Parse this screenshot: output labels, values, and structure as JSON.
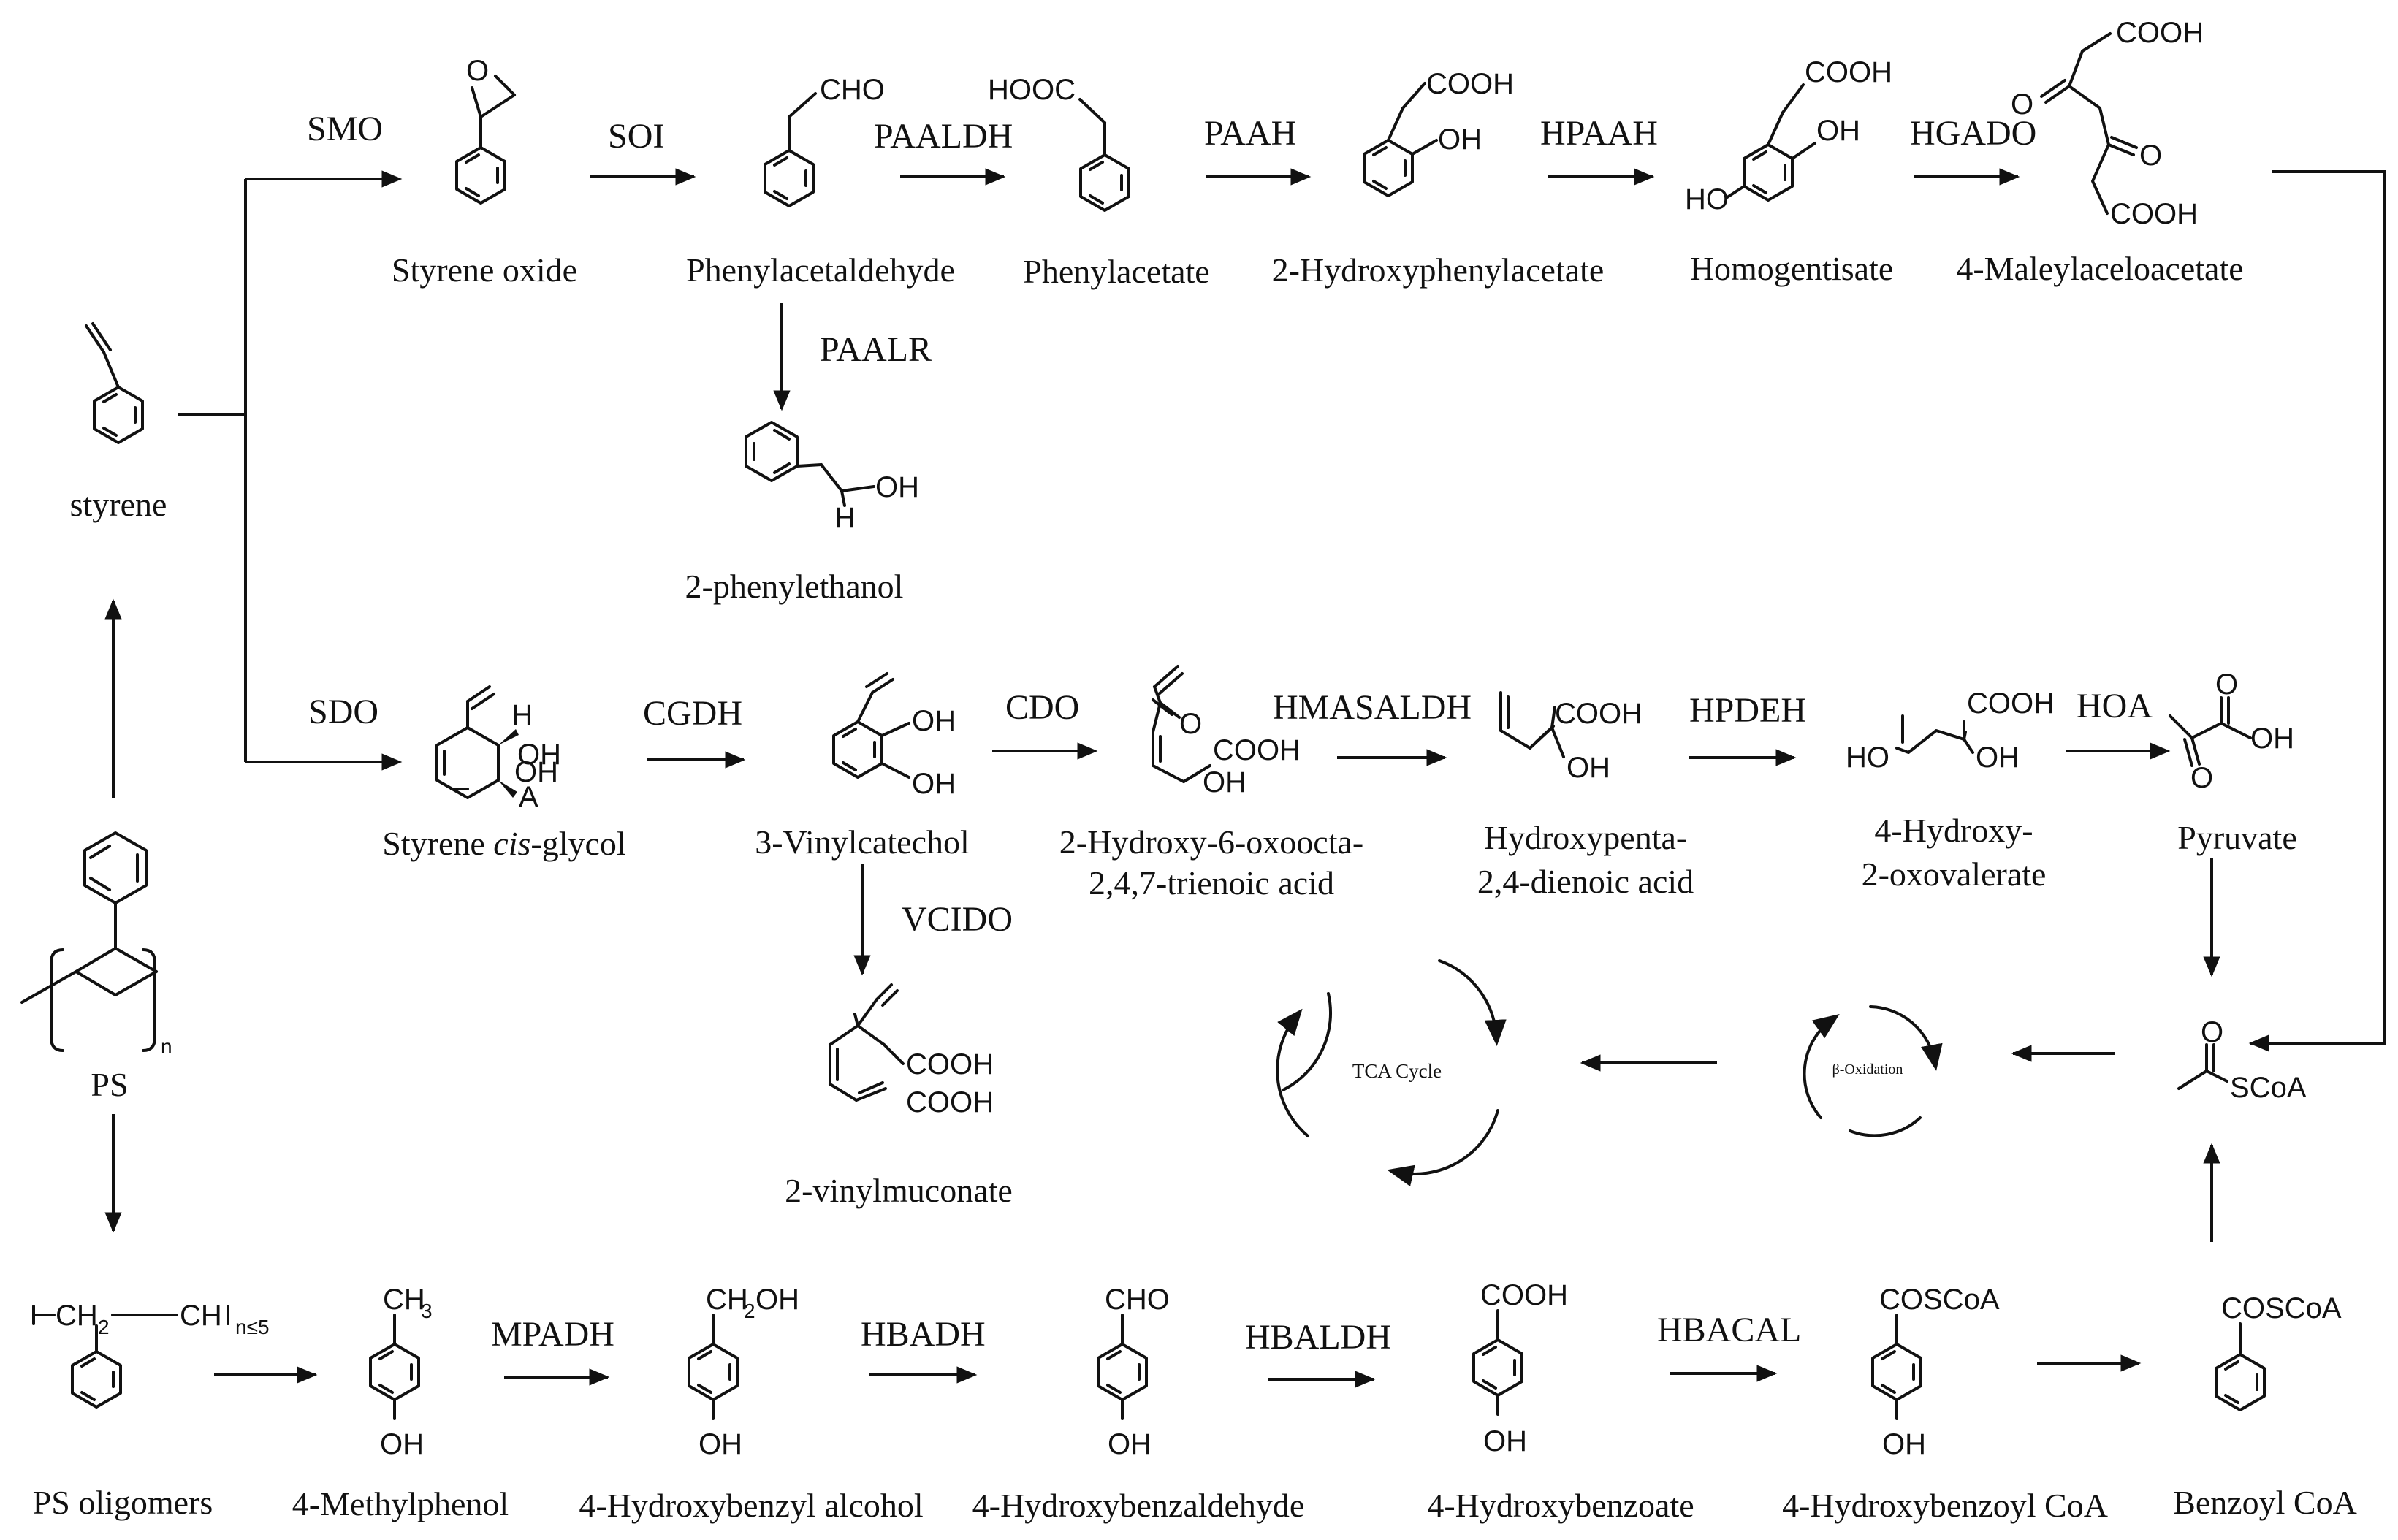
{
  "compounds": {
    "styrene": "styrene",
    "ps": "PS",
    "ps_oligomers": "PS oligomers",
    "styrene_oxide": "Styrene oxide",
    "phenylacetaldehyde": "Phenylacetaldehyde",
    "phenylacetate": "Phenylacetate",
    "hydroxyphenylacetate": "2-Hydroxyphenylacetate",
    "homogentisate": "Homogentisate",
    "maleylacetoacetate": "4-Maleylaceloacetate",
    "phenylethanol": "2-phenylethanol",
    "styrene_cis_glycol_a": "Styrene ",
    "styrene_cis_glycol_b": "cis",
    "styrene_cis_glycol_c": "-glycol",
    "vinylcatechol": "3-Vinylcatechol",
    "hot_acid_line1": "2-Hydroxy-6-oxoocta-",
    "hot_acid_line2": "2,4,7-trienoic acid",
    "hpd_acid_line1": "Hydroxypenta-",
    "hpd_acid_line2": "2,4-dienoic acid",
    "hov_line1": "4-Hydroxy-",
    "hov_line2": "2-oxovalerate",
    "pyruvate": "Pyruvate",
    "vinylmuconate": "2-vinylmuconate",
    "methylphenol": "4-Methylphenol",
    "hydroxybenzyl_alcohol": "4-Hydroxybenzyl alcohol",
    "hydroxybenzaldehyde": "4-Hydroxybenzaldehyde",
    "hydroxybenzoate": "4-Hydroxybenzoate",
    "hydroxybenzoyl_coa": "4-Hydroxybenzoyl CoA",
    "benzoyl_coa": "Benzoyl CoA"
  },
  "enzymes": {
    "smo": "SMO",
    "soi": "SOI",
    "paaldh": "PAALDH",
    "paah": "PAAH",
    "hpaah": "HPAAH",
    "hgado": "HGADO",
    "paalr": "PAALR",
    "sdo": "SDO",
    "cgdh": "CGDH",
    "cdo": "CDO",
    "hmasaldh": "HMASALDH",
    "hpdeh": "HPDEH",
    "hoa": "HOA",
    "vcido": "VCIDO",
    "mpadh": "MPADH",
    "hbadh": "HBADH",
    "hbaldh": "HBALDH",
    "hbacal": "HBACAL"
  },
  "cycles": {
    "tca": "TCA Cycle",
    "beta_oxidation": "β-Oxidation"
  },
  "atoms": {
    "o": "O",
    "cho": "CHO",
    "hooc": "HOOC",
    "cooh": "COOH",
    "oh": "OH",
    "ho": "HO",
    "h": "H",
    "a": "A",
    "ch3": "CH",
    "ch2oh": "CH",
    "ch2oh_tail": "OH",
    "coscoa": "COSCoA",
    "scoa": "SCoA",
    "n": "n",
    "two": "2",
    "three": "3",
    "ch2_left": "CH",
    "ch_right": "CH",
    "n_le_5": "n≤5"
  }
}
